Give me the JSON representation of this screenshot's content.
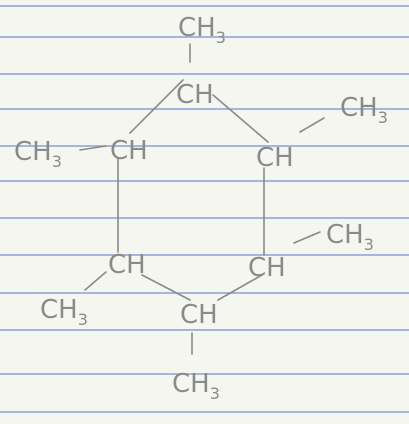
{
  "molecule": {
    "ring_atoms": [
      "CH",
      "CH",
      "CH",
      "CH",
      "CH",
      "CH"
    ],
    "substituents": [
      "CH3",
      "CH3",
      "CH3",
      "CH3",
      "CH3",
      "CH3"
    ],
    "ring_label": "CH",
    "substituent_main": "CH",
    "substituent_sub": "3"
  },
  "colors": {
    "paper": "#f6f6f1",
    "rule_line": "#7b8fd6",
    "ink": "#8a8a8a"
  }
}
